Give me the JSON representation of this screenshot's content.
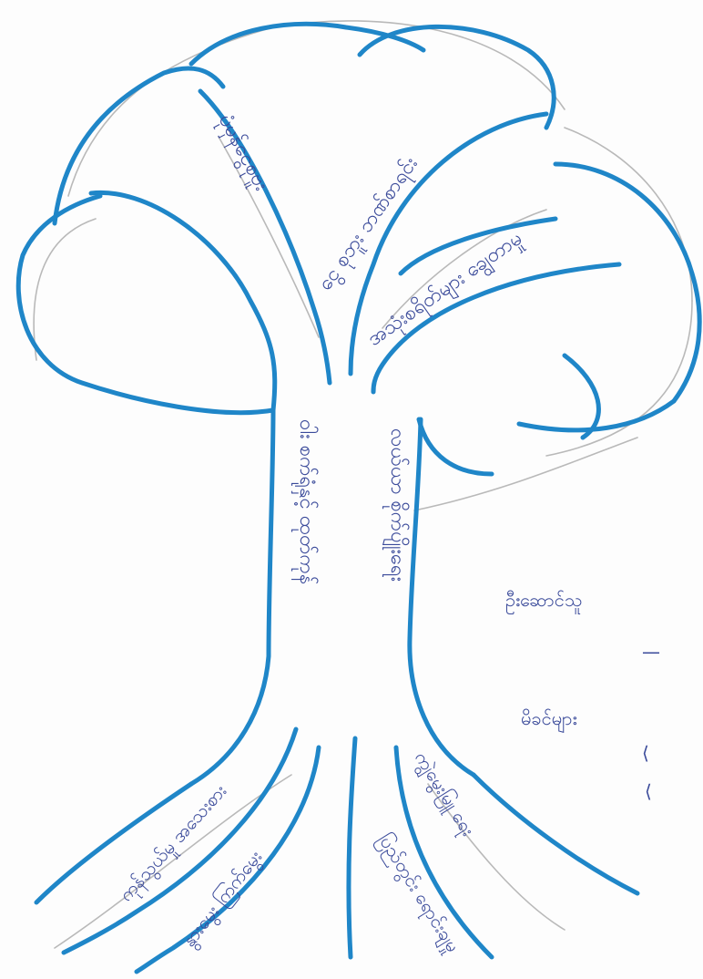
{
  "tree": {
    "crown_labels": [
      "ပုံမှန်ငွေစုဗူး",
      "ငွေ စုဘူး ဘဏ်စာရင်း",
      "အသုံးစရိတ်များ ချွေတာမှု"
    ],
    "trunk_labels": [
      "ဝါး စက်ရုံနှင့် ထုတ်ကုန်",
      "လယ်ယာ စိုက်ပျိုးရေး"
    ],
    "root_labels": [
      "ကုန်သွယ်မှု အသေးစား",
      "နွားမွေး ကြက်မွေး",
      "ကျွဲမွေးမြူ ရေး",
      "ပြည်တွင်း ရောင်းချမှု"
    ],
    "side_notes": [
      "ဦးဆောင်သူ",
      "မိခင်များ"
    ]
  },
  "colors": {
    "ink": "#1f86c8",
    "pencil": "#b9b9b9",
    "writing": "#3a4a9a"
  }
}
